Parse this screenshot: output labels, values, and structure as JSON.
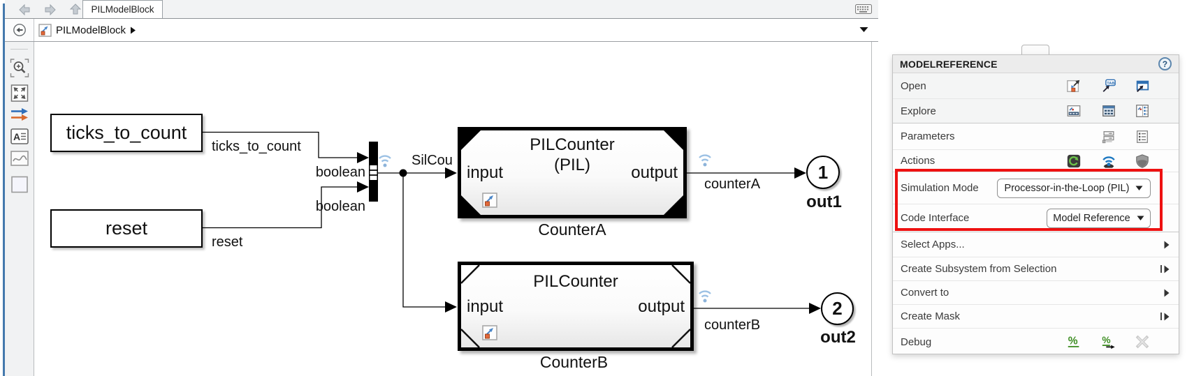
{
  "tab_bar": {
    "active_tab": "PILModelBlock"
  },
  "breadcrumb": {
    "model_name": "PILModelBlock"
  },
  "canvas": {
    "inports": {
      "ticks": "ticks_to_count",
      "reset": "reset"
    },
    "pil_blocks": {
      "counter_a": {
        "name_line1": "PILCounter",
        "name_line2": "(PIL)",
        "input": "input",
        "output": "output",
        "caption": "CounterA"
      },
      "counter_b": {
        "name_line1": "PILCounter",
        "input": "input",
        "output": "output",
        "caption": "CounterB"
      }
    },
    "outports": {
      "out1": {
        "number": "1",
        "label": "out1"
      },
      "out2": {
        "number": "2",
        "label": "out2"
      }
    },
    "signal_labels": {
      "ticks": "ticks_to_count",
      "boolean_top": "boolean",
      "boolean_bottom": "boolean",
      "reset": "reset",
      "bus": "SilCou",
      "counter_a": "counterA",
      "counter_b": "counterB"
    }
  },
  "panel": {
    "title": "MODELREFERENCE",
    "help_glyph": "?",
    "rows": {
      "open": {
        "label": "Open",
        "icons": [
          "open-model-icon",
          "open-in-tab-icon",
          "open-in-window-icon"
        ]
      },
      "explore": {
        "label": "Explore",
        "icons": [
          "model-browser-icon",
          "model-explorer-icon",
          "library-browser-icon"
        ]
      },
      "parameters": {
        "label": "Parameters",
        "icons": [
          "block-parameters-icon",
          "parameter-list-icon"
        ]
      },
      "actions": {
        "label": "Actions",
        "icons": [
          "refresh-icon",
          "log-signals-icon",
          "shield-icon"
        ]
      },
      "simulation_mode": {
        "label": "Simulation Mode",
        "value": "Processor-in-the-Loop (PIL)"
      },
      "code_interface": {
        "label": "Code Interface",
        "value": "Model Reference"
      },
      "select_apps": {
        "label": "Select Apps..."
      },
      "create_subsystem": {
        "label": "Create Subsystem from Selection"
      },
      "convert_to": {
        "label": "Convert to"
      },
      "create_mask": {
        "label": "Create Mask"
      },
      "debug": {
        "label": "Debug",
        "icons": [
          "percent-breakpoint-icon",
          "percent-step-icon",
          "disabled-clear-icon"
        ]
      }
    },
    "icon_text": {
      "tab_badge": "TAB"
    },
    "highlight_color": "#ee1111"
  },
  "toolbar_icon_text": {
    "annotation_letter": "A"
  },
  "colors": {
    "accent_blue": "#4479ad",
    "highlight_red": "#ee1111",
    "link_blue": "#2e6fb2",
    "action_green": "#3e8e23"
  }
}
